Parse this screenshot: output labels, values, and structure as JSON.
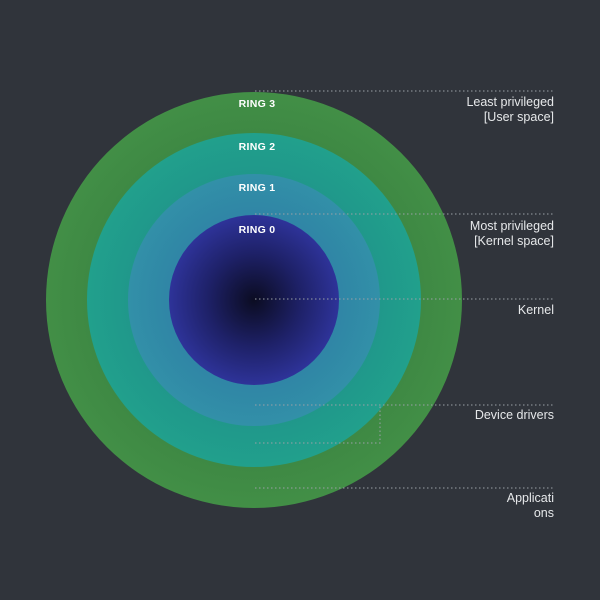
{
  "colors": {
    "background": "#30343b",
    "ring3": "#418d45",
    "ring2": "#1f9a8d",
    "ring1": "#2f86a5",
    "ring0_center": "#0d0f2a",
    "ring0_edge": "#2d3294",
    "leader_line": "#9aa0a6"
  },
  "rings": [
    {
      "id": "ring3",
      "label": "RING 3"
    },
    {
      "id": "ring2",
      "label": "RING 2"
    },
    {
      "id": "ring1",
      "label": "RING 1"
    },
    {
      "id": "ring0",
      "label": "RING 0"
    }
  ],
  "callouts": {
    "least_privileged": {
      "line1": "Least privileged",
      "line2": "[User space]"
    },
    "most_privileged": {
      "line1": "Most privileged",
      "line2": "[Kernel space]"
    },
    "kernel": {
      "line1": "Kernel"
    },
    "device_drivers": {
      "line1": "Device drivers"
    },
    "applications": {
      "line1": "Applicati",
      "line2": "ons"
    }
  }
}
